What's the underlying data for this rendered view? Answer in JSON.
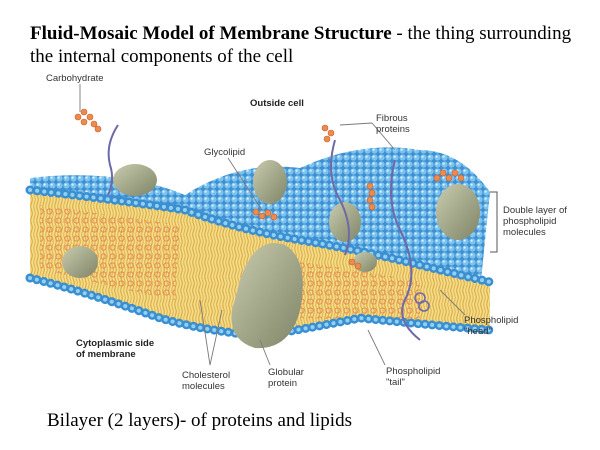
{
  "header": {
    "title_bold": "Fluid-Mosaic Model of Membrane Structure",
    "title_rest": " - the thing surrounding the internal components of the cell"
  },
  "labels": {
    "carbohydrate": "Carbohydrate",
    "outside_cell": "Outside cell",
    "fibrous_proteins_1": "Fibrous",
    "fibrous_proteins_2": "proteins",
    "glycolipid": "Glycolipid",
    "double_layer_1": "Double layer of",
    "double_layer_2": "phospholipid",
    "double_layer_3": "molecules",
    "phospholipid_head_1": "Phospholipid",
    "phospholipid_head_2": "\"head\"",
    "cytoplasmic_1": "Cytoplasmic side",
    "cytoplasmic_2": "of membrane",
    "cholesterol_1": "Cholesterol",
    "cholesterol_2": "molecules",
    "globular_1": "Globular",
    "globular_2": "protein",
    "phospholipid_tail_1": "Phospholipid",
    "phospholipid_tail_2": "\"tail\""
  },
  "footer": {
    "caption": "Bilayer (2 layers)- of proteins and lipids"
  },
  "colors": {
    "membrane_top": "#4fa3d9",
    "membrane_head": "#3b8fd0",
    "tail_core": "#f3d77a",
    "protein": "#a9ad8c",
    "protein_dark": "#7d8166",
    "cholesterol": "#e89060",
    "fiber": "#6e6aa8"
  }
}
